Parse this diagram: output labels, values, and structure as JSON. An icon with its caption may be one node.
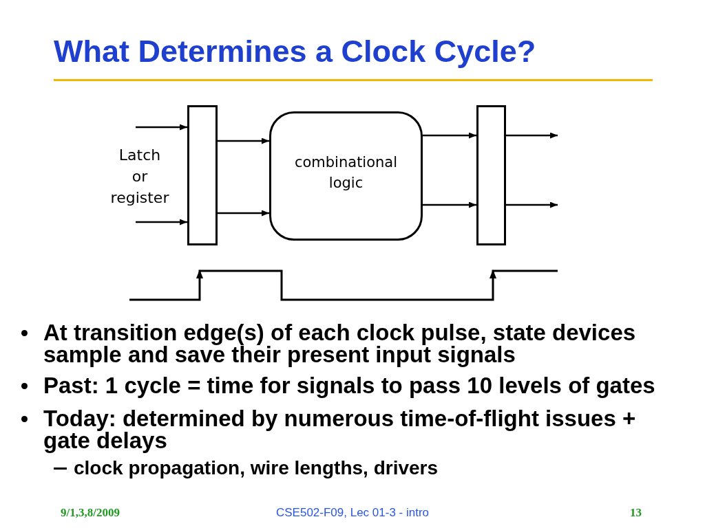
{
  "diagram": {
    "title": "What Determines a Clock Cycle?",
    "nodes": [
      {
        "text": [],
        "shape": "box",
        "beside": [
          "Latch or register"
        ]
      },
      {
        "text": [
          "combinational logic"
        ]
      },
      {
        "text": [],
        "shape": "box"
      }
    ],
    "edges": [
      {
        "from": null,
        "to": 0,
        "arrow": "to"
      },
      {
        "from": null,
        "to": 0,
        "arrow": "to"
      },
      {
        "from": 0,
        "to": 1,
        "arrow": "to"
      },
      {
        "from": 0,
        "to": 1,
        "arrow": "to"
      },
      {
        "from": 1,
        "to": 2,
        "arrow": "to"
      },
      {
        "from": 1,
        "to": 2,
        "arrow": "to"
      },
      {
        "from": 2,
        "to": null,
        "arrow": "to"
      },
      {
        "from": 2,
        "to": null,
        "arrow": "to"
      }
    ],
    "labels": [
      "At transition edge(s) of each clock pulse, state devices sample and save their present input signals",
      "Past: 1 cycle = time for signals to pass 10 levels of gates",
      "Today: determined by numerous time-of-flight issues + gate delays",
      "clock propagation, wire lengths, drivers",
      "9/1,3,8/2009",
      "CSE502-F09, Lec 01-3 - intro",
      "13"
    ]
  }
}
